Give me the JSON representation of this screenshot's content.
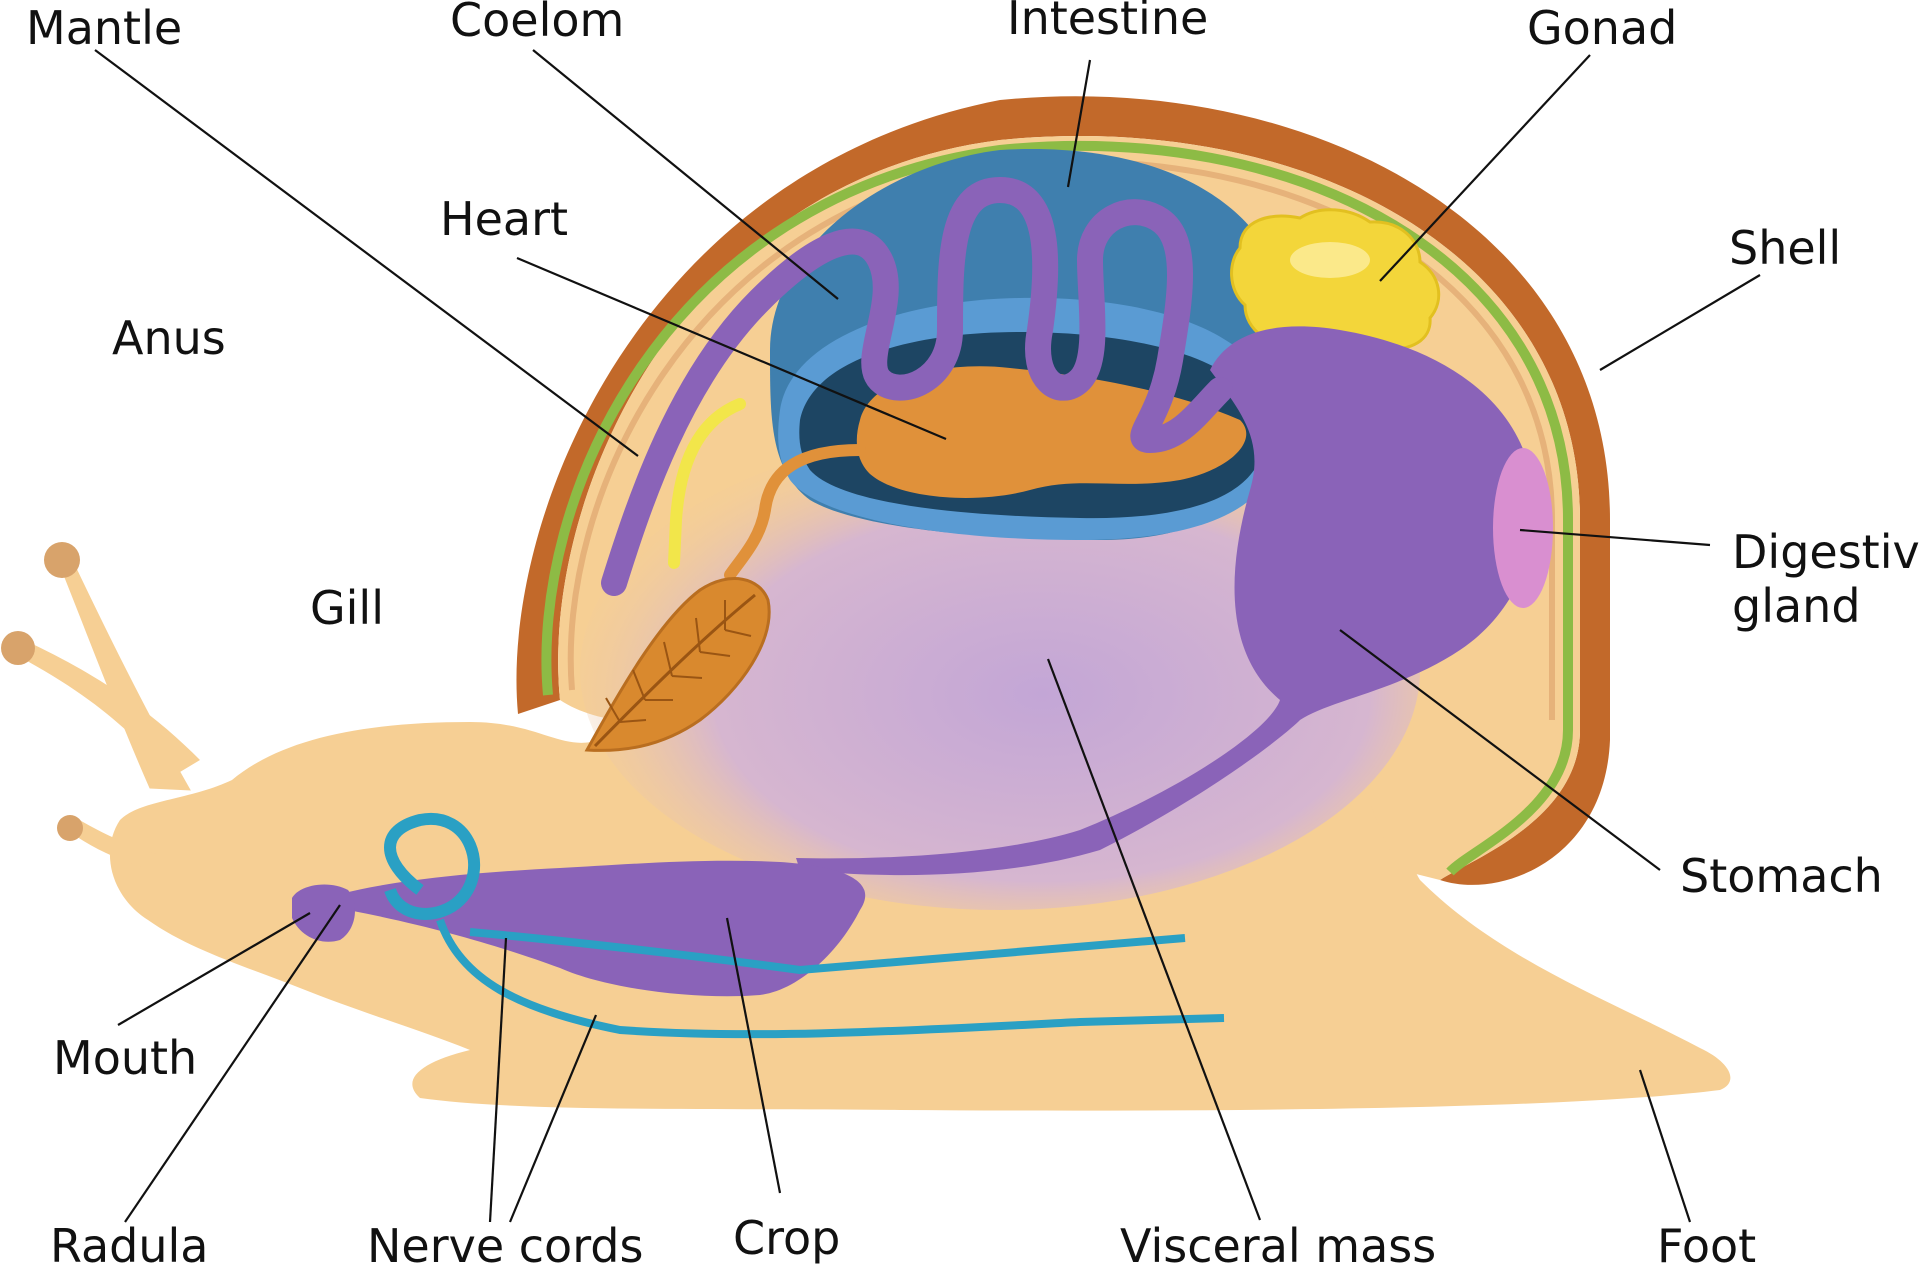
{
  "labels": {
    "mantle": "Mantle",
    "coelom": "Coelom",
    "intestine": "Intestine",
    "gonad": "Gonad",
    "heart": "Heart",
    "shell": "Shell",
    "anus": "Anus",
    "digestive_gland_line1": "Digestive",
    "digestive_gland_line2": "gland",
    "gill": "Gill",
    "stomach": "Stomach",
    "mouth": "Mouth",
    "radula": "Radula",
    "nerve_cords": "Nerve cords",
    "crop": "Crop",
    "visceral_mass": "Visceral mass",
    "foot": "Foot"
  },
  "colors": {
    "body": "#f6cf94",
    "shell_outer": "#c2692a",
    "mantle_green": "#8dbb45",
    "coelom_blue": "#3f7fae",
    "coelom_light": "#5a9bd3",
    "coelom_dark": "#1d4563",
    "intestine": "#8a63b8",
    "heart": "#e0913a",
    "gonad": "#f3d63a",
    "digestive_gland": "#d98fd0",
    "visceral": "#c3a6d6",
    "nerve": "#2aa0c4",
    "anus_duct": "#f2e64a",
    "gill": "#d9892e"
  }
}
